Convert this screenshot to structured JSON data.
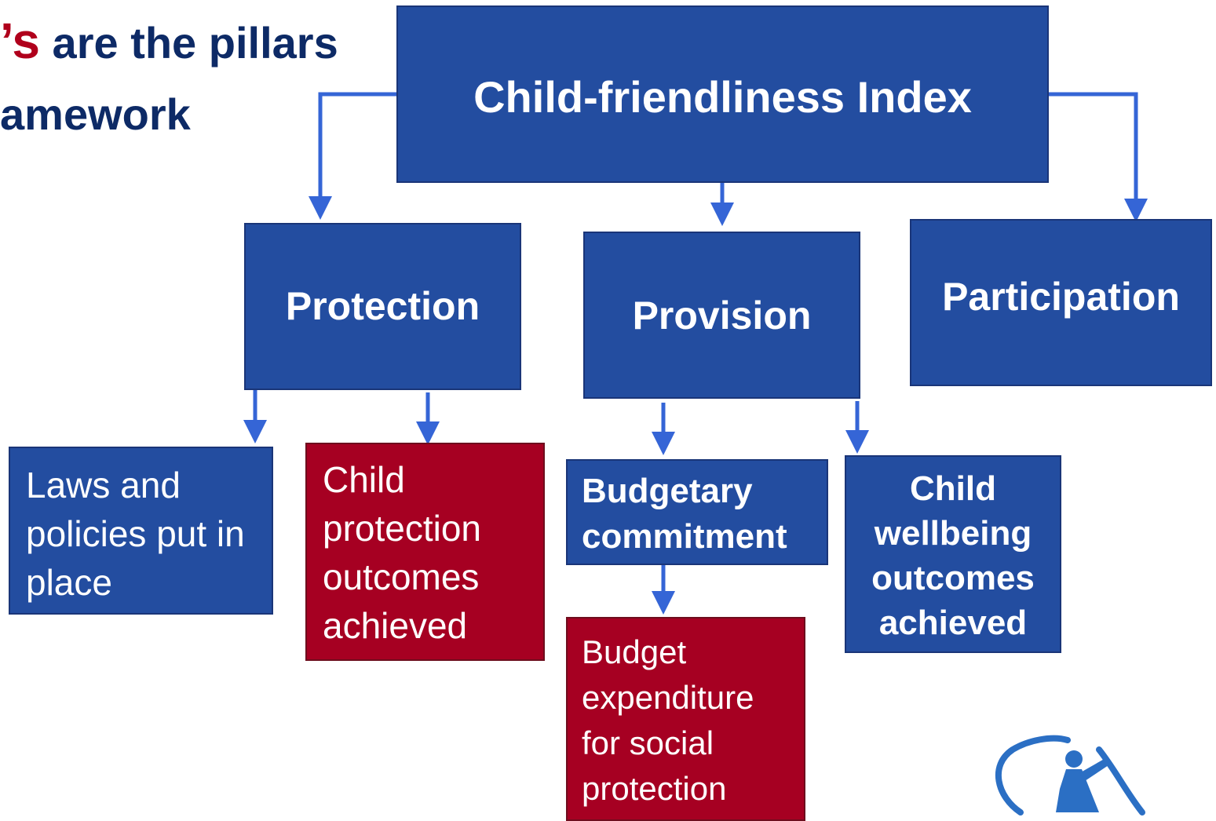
{
  "slide_title": {
    "accent": "’s",
    "line1_rest": " are the pillars",
    "line2": "amework"
  },
  "root": {
    "label": "Child-friendliness Index"
  },
  "pillars": {
    "protection": "Protection",
    "provision": "Provision",
    "participation": "Participation"
  },
  "leaves": {
    "laws_policies": "Laws and policies put in place",
    "child_protection_outcomes": "Child protection outcomes achieved",
    "budgetary_commitment": "Budgetary commitment",
    "child_wellbeing_outcomes": "Child wellbeing outcomes achieved",
    "budget_expenditure": "Budget expenditure for social protection"
  },
  "colors": {
    "box_blue": "#234da0",
    "box_red": "#a60022",
    "arrow": "#3565d6",
    "title_navy": "#0d2a66",
    "title_accent": "#b0001c"
  },
  "logo": {
    "icon": "child-figure-logo-icon"
  }
}
